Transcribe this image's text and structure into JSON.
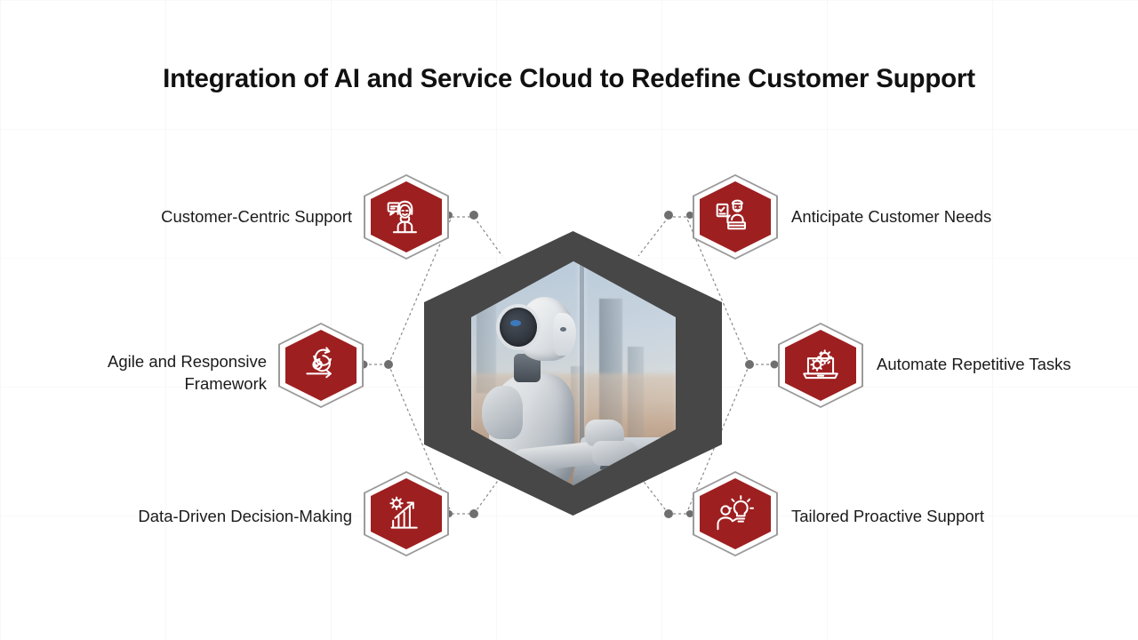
{
  "slide": {
    "title": "Integration of AI and Service Cloud to Redefine Customer Support",
    "background_color": "#FFFFFF",
    "accent_color": "#9E1F20",
    "frame_color": "#474747",
    "outline_color": "#9B9B9B",
    "connector_color": "#777777"
  },
  "center": {
    "alt": "White humanoid AI robot wearing headphones typing on a laptop in front of a high-rise office window overlooking a city skyline",
    "shape": "hexagon"
  },
  "nodes": [
    {
      "id": "customer-centric-support",
      "label": "Customer-Centric Support",
      "icon": "headset-support-agent-icon",
      "side": "left",
      "row": "top"
    },
    {
      "id": "agile-and-responsive-framework",
      "label": "Agile and Responsive\nFramework",
      "icon": "agile-cycle-arrows-icon",
      "side": "left",
      "row": "middle"
    },
    {
      "id": "data-driven-decision-making",
      "label": "Data-Driven Decision-Making",
      "icon": "bar-chart-growth-gear-icon",
      "side": "left",
      "row": "bottom"
    },
    {
      "id": "anticipate-customer-needs",
      "label": "Anticipate Customer Needs",
      "icon": "person-checklist-icon",
      "side": "right",
      "row": "top"
    },
    {
      "id": "automate-repetitive-tasks",
      "label": "Automate Repetitive Tasks",
      "icon": "laptop-gears-icon",
      "side": "right",
      "row": "middle"
    },
    {
      "id": "tailored-proactive-support",
      "label": "Tailored Proactive Support",
      "icon": "person-lightbulb-idea-icon",
      "side": "right",
      "row": "bottom"
    }
  ]
}
